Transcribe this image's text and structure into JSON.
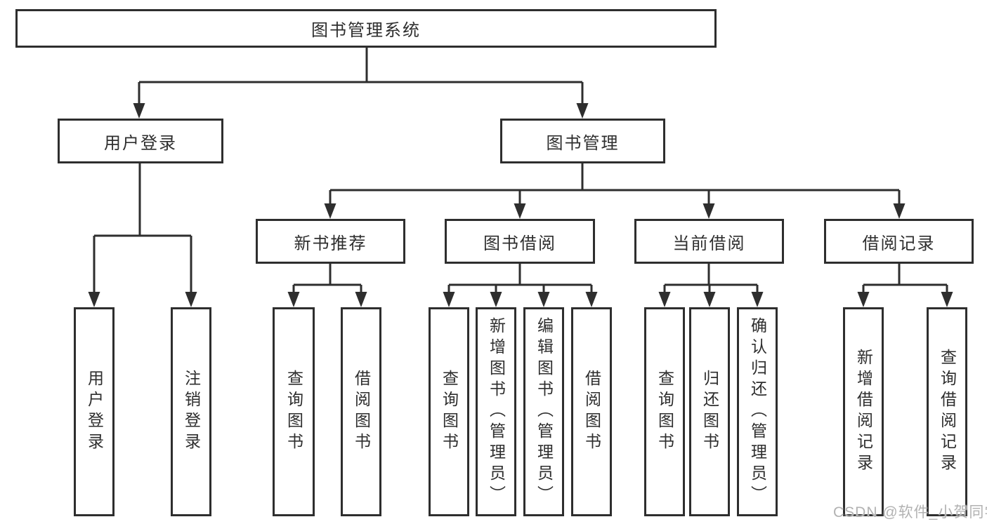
{
  "colors": {
    "line": "#2e2e2e",
    "box_border": "#2e2e2e",
    "background": "#ffffff",
    "watermark": "#b2b2b2"
  },
  "watermark": {
    "text": "CSDN @软件_小贺同学"
  },
  "nodes": {
    "root": "图书管理系统",
    "level2": {
      "user_login": "用户登录",
      "book_mgmt": "图书管理"
    },
    "level3": {
      "new_books": "新书推荐",
      "book_borrow": "图书借阅",
      "current_borrow": "当前借阅",
      "borrow_records": "借阅记录"
    },
    "leaves": {
      "user_login": [
        "用户登录",
        "注销登录"
      ],
      "new_books": [
        "查询图书",
        "借阅图书"
      ],
      "book_borrow": [
        "查询图书",
        "新增图书（管理员）",
        "编辑图书（管理员）",
        "借阅图书"
      ],
      "current_borrow": [
        "查询图书",
        "归还图书",
        "确认归还（管理员）"
      ],
      "borrow_records": [
        "新增借阅记录",
        "查询借阅记录"
      ]
    }
  }
}
